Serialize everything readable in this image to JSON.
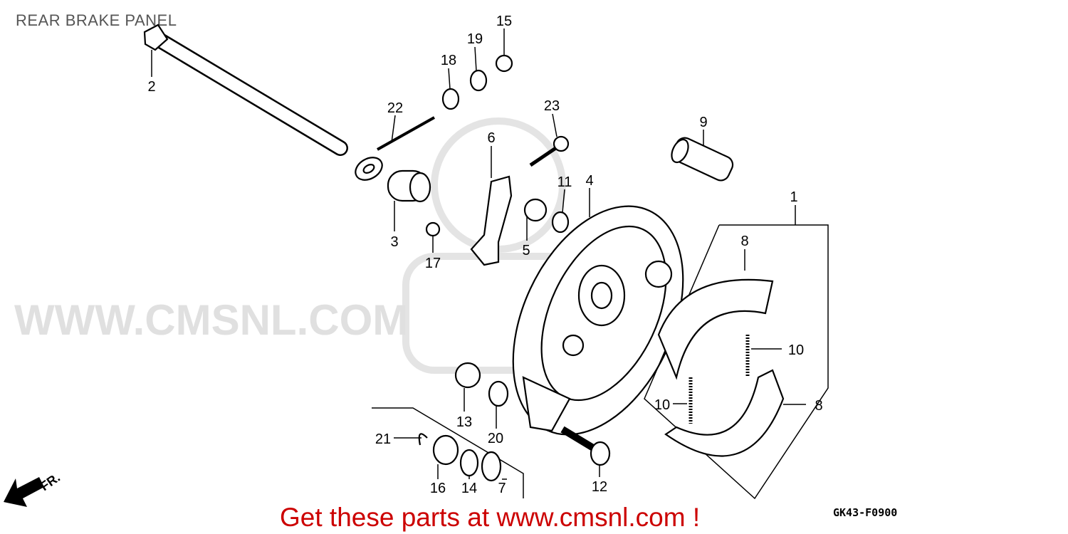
{
  "title": "REAR BRAKE PANEL",
  "watermark": "WWW.CMSNL.COM",
  "direction_marker": "FR.",
  "diagram_code": "GK43-F0900",
  "promo_text": "Get these parts at www.cmsnl.com !",
  "callouts": [
    "2",
    "22",
    "18",
    "19",
    "15",
    "23",
    "9",
    "6",
    "11",
    "4",
    "1",
    "3",
    "17",
    "5",
    "8",
    "10",
    "10",
    "8",
    "13",
    "20",
    "21",
    "16",
    "14",
    "7",
    "12"
  ]
}
